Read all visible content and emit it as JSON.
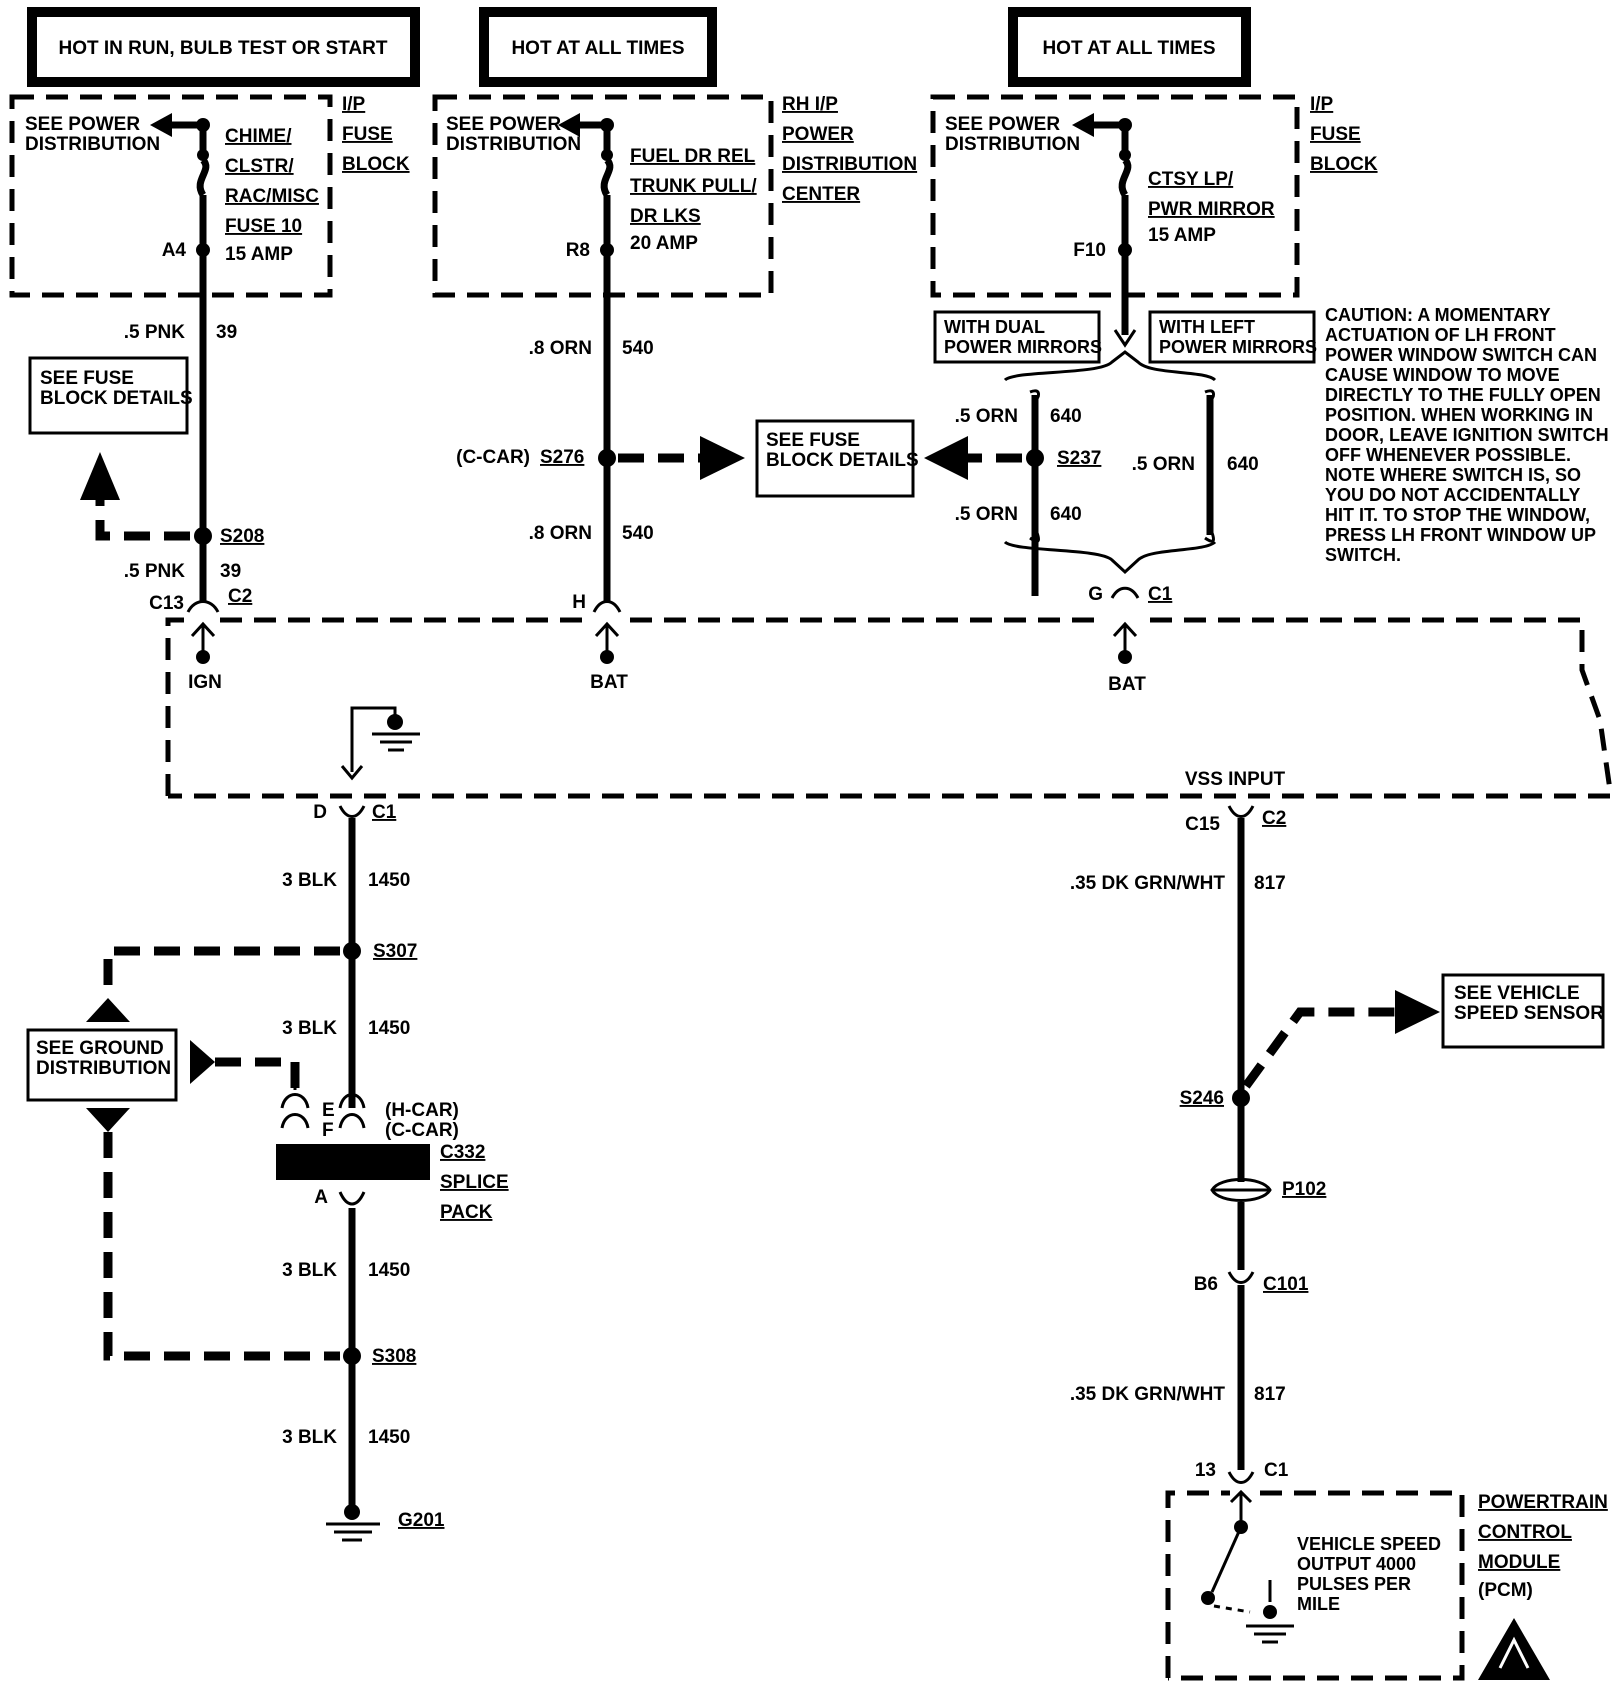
{
  "headers": {
    "left": "HOT IN RUN, BULB TEST OR START",
    "middle": "HOT AT ALL TIMES",
    "right": "HOT AT ALL TIMES"
  },
  "fuse_blocks": {
    "left": {
      "see": [
        "SEE POWER",
        "DISTRIBUTION"
      ],
      "fuse": [
        "CHIME/",
        "CLSTR/",
        "RAC/MISC",
        "FUSE 10",
        "15 AMP"
      ],
      "terminal": "A4",
      "block": [
        "I/P",
        "FUSE",
        "BLOCK"
      ]
    },
    "middle": {
      "see": [
        "SEE POWER",
        "DISTRIBUTION"
      ],
      "fuse": [
        "FUEL DR REL",
        "TRUNK PULL/",
        "DR LKS",
        "20 AMP"
      ],
      "terminal": "R8",
      "block": [
        "RH I/P",
        "POWER",
        "DISTRIBUTION",
        "CENTER"
      ]
    },
    "right": {
      "see": [
        "SEE POWER",
        "DISTRIBUTION"
      ],
      "fuse": [
        "CTSY LP/",
        "PWR MIRROR",
        "15 AMP"
      ],
      "terminal": "F10",
      "block": [
        "I/P",
        "FUSE",
        "BLOCK"
      ]
    }
  },
  "wires": {
    "pnk_a": {
      "gauge": ".5 PNK",
      "circuit": "39"
    },
    "pnk_b": {
      "gauge": ".5 PNK",
      "circuit": "39"
    },
    "orn8_a": {
      "gauge": ".8 ORN",
      "circuit": "540"
    },
    "orn8_b": {
      "gauge": ".8 ORN",
      "circuit": "540"
    },
    "orn5_a": {
      "gauge": ".5 ORN",
      "circuit": "640"
    },
    "orn5_b": {
      "gauge": ".5 ORN",
      "circuit": "640"
    },
    "orn5_c": {
      "gauge": ".5 ORN",
      "circuit": "640"
    },
    "blk_a": {
      "gauge": "3 BLK",
      "circuit": "1450"
    },
    "blk_b": {
      "gauge": "3 BLK",
      "circuit": "1450"
    },
    "blk_c": {
      "gauge": "3 BLK",
      "circuit": "1450"
    },
    "blk_d": {
      "gauge": "3 BLK",
      "circuit": "1450"
    },
    "grn_a": {
      "gauge": ".35 DK GRN/WHT",
      "circuit": "817"
    },
    "grn_b": {
      "gauge": ".35 DK GRN/WHT",
      "circuit": "817"
    }
  },
  "notes": {
    "see_fuse_left": [
      "SEE FUSE",
      "BLOCK DETAILS"
    ],
    "see_fuse_mid": [
      "SEE FUSE",
      "BLOCK DETAILS"
    ],
    "dual_mirrors": [
      "WITH DUAL",
      "POWER MIRRORS"
    ],
    "left_mirrors": [
      "WITH LEFT",
      "POWER MIRRORS"
    ],
    "caution": [
      "CAUTION: A MOMENTARY",
      "ACTUATION OF LH FRONT",
      "POWER WINDOW SWITCH CAN",
      "CAUSE WINDOW TO MOVE",
      "DIRECTLY TO THE FULLY OPEN",
      "POSITION. WHEN WORKING IN",
      "DOOR, LEAVE IGNITION SWITCH",
      "OFF WHENEVER POSSIBLE.",
      "NOTE WHERE SWITCH IS, SO",
      "YOU DO NOT ACCIDENTALLY",
      "HIT IT. TO STOP THE WINDOW,",
      "PRESS LH FRONT WINDOW UP",
      "SWITCH."
    ],
    "see_ground": [
      "SEE GROUND",
      "DISTRIBUTION"
    ],
    "see_vss": [
      "SEE VEHICLE",
      "SPEED SENSOR"
    ],
    "pcm_text": [
      "VEHICLE SPEED",
      "OUTPUT 4000",
      "PULSES PER",
      "MILE"
    ],
    "pcm_label": [
      "POWERTRAIN",
      "CONTROL",
      "MODULE",
      "(PCM)"
    ]
  },
  "splices": {
    "s208": "S208",
    "s276": "S276",
    "s276_note": "(C-CAR)",
    "s237": "S237",
    "s307": "S307",
    "s308": "S308",
    "s246": "S246"
  },
  "connectors": {
    "c13": "C13",
    "c2_top": "C2",
    "h": "H",
    "g": "G",
    "c1_top": "C1",
    "d": "D",
    "c1_mid": "C1",
    "c15": "C15",
    "c2_mid": "C2",
    "e": "E",
    "f": "F",
    "a": "A",
    "hcar": "(H-CAR)",
    "ccar": "(C-CAR)",
    "c332": [
      "C332",
      "SPLICE",
      "PACK"
    ],
    "p102": "P102",
    "b6": "B6",
    "c101": "C101",
    "n13": "13",
    "c1_bot": "C1",
    "g201": "G201"
  },
  "cluster": {
    "ign": "IGN",
    "bat1": "BAT",
    "bat2": "BAT",
    "vss": "VSS INPUT"
  }
}
